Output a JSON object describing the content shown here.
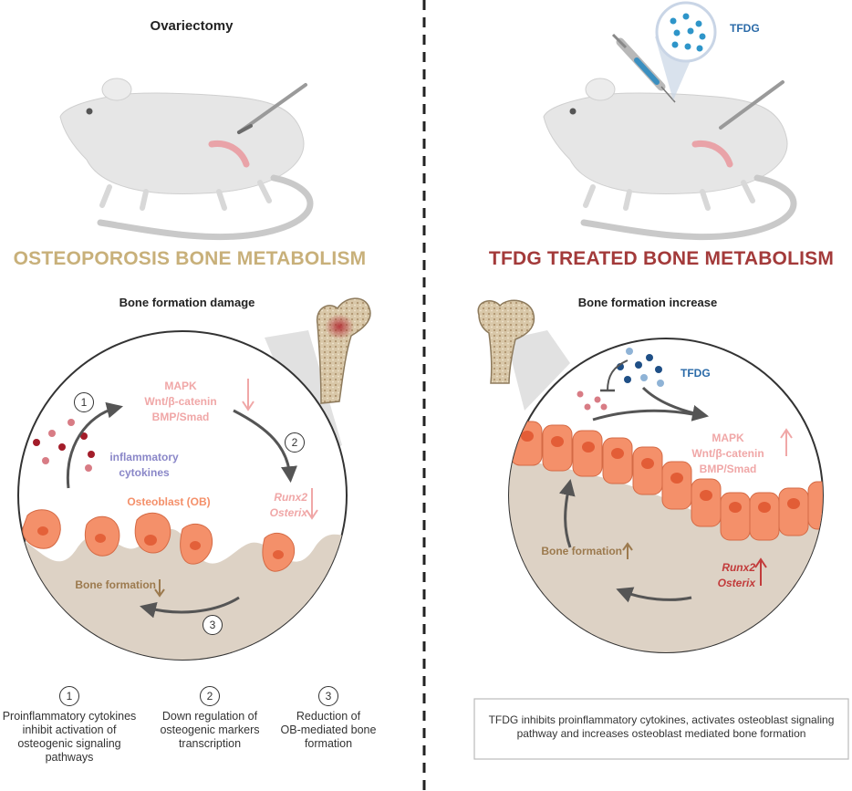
{
  "left": {
    "title": "Ovariectomy",
    "heading": "OSTEOPOROSIS BONE METABOLISM",
    "subheading": "Bone formation damage",
    "pathways": [
      "MAPK",
      "Wnt/β-catenin",
      "BMP/Smad"
    ],
    "markers": [
      "Runx2",
      "Osterix"
    ],
    "cytokines_label": [
      "inflammatory",
      "cytokines"
    ],
    "osteoblast_label": "Osteoblast (OB)",
    "bone_formation_label": "Bone formation",
    "steps": [
      "1",
      "2",
      "3"
    ],
    "notes": [
      {
        "num": "1",
        "lines": [
          "Proinflammatory cytokines",
          "inhibit activation of",
          "osteogenic signaling",
          "pathways"
        ]
      },
      {
        "num": "2",
        "lines": [
          "Down regulation of",
          "osteogenic markers",
          "transcription"
        ]
      },
      {
        "num": "3",
        "lines": [
          "Reduction of",
          "OB-mediated bone",
          "formation"
        ]
      }
    ]
  },
  "right": {
    "syringe_label": "TFDG",
    "heading": "TFDG TREATED BONE METABOLISM",
    "subheading": "Bone formation increase",
    "tfdg_label": "TFDG",
    "pathways": [
      "MAPK",
      "Wnt/β-catenin",
      "BMP/Smad"
    ],
    "markers": [
      "Runx2",
      "Osterix"
    ],
    "bone_formation_label": "Bone formation",
    "summary": [
      "TFDG inhibits proinflammatory cytokines, activates osteoblast signaling",
      "pathway and increases osteoblast mediated bone formation"
    ]
  },
  "colors": {
    "left_heading": "#c8b07a",
    "right_heading": "#a33a3a",
    "pathway_text": "#f0a7a7",
    "cytokine_text": "#8a87c8",
    "osteoblast": "#f4906a",
    "bone": "#ddd2c5",
    "bone_text": "#9c7a4e",
    "marker_red": "#c23b3b"
  }
}
